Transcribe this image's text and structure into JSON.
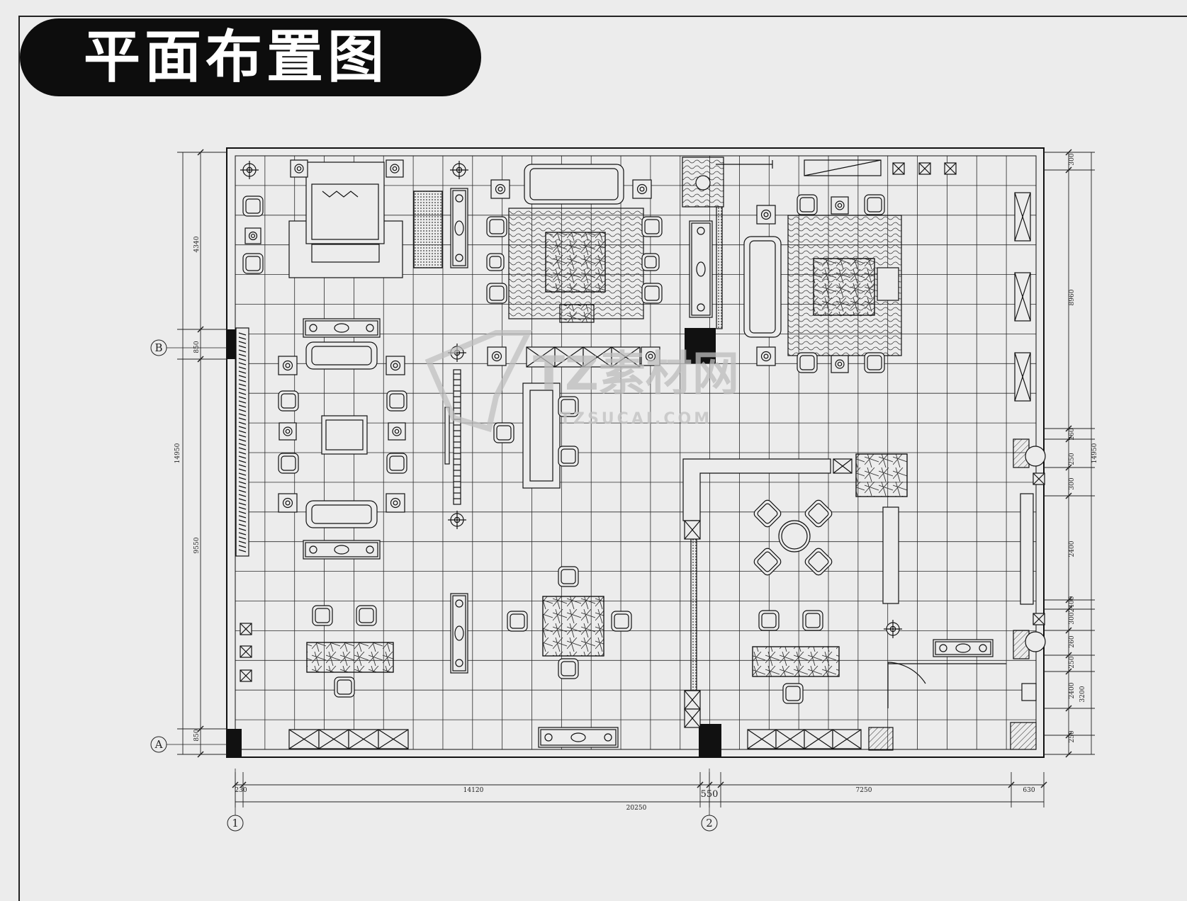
{
  "title": "平面布置图",
  "watermark": {
    "main": "TZ素材网",
    "sub": "TZSUCAI.COM"
  },
  "axes": {
    "row_top": "B",
    "row_bottom": "A",
    "col_left": "1",
    "col_mid": "2"
  },
  "dimensions": {
    "bottom": [
      "230",
      "14120",
      "550",
      "7250",
      "630"
    ],
    "bottom_total": "20250",
    "left": [
      "4340",
      "850",
      "14950",
      "9550",
      "850"
    ],
    "right_outer": [
      "300",
      "8960",
      "14950",
      "2400",
      "3200"
    ],
    "right_inner": [
      "260",
      "250",
      "300",
      "2400",
      "300",
      "260",
      "250",
      "2400",
      "250"
    ]
  },
  "colors": {
    "background": "#ececec",
    "line": "#1a1a1a",
    "title_bg": "#0d0d0d",
    "title_fg": "#ffffff"
  }
}
